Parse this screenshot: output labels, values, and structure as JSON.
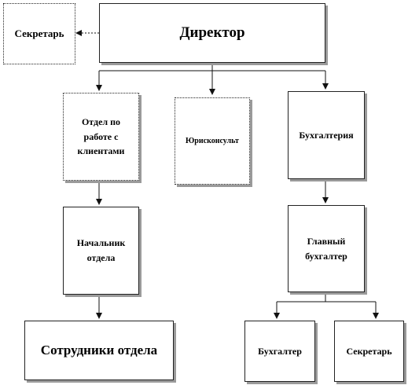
{
  "org_chart": {
    "director": "Директор",
    "secretary_top": "Секретарь",
    "client_department": "Отдел по работе с клиентами",
    "legal_counsel": "Юрисконсульт",
    "accounting": "Бухгалтерия",
    "department_head": "Начальник отдела",
    "chief_accountant": "Главный бухгалтер",
    "department_staff": "Сотрудники отдела",
    "accountant": "Бухгалтер",
    "secretary_bottom": "Секретарь"
  }
}
